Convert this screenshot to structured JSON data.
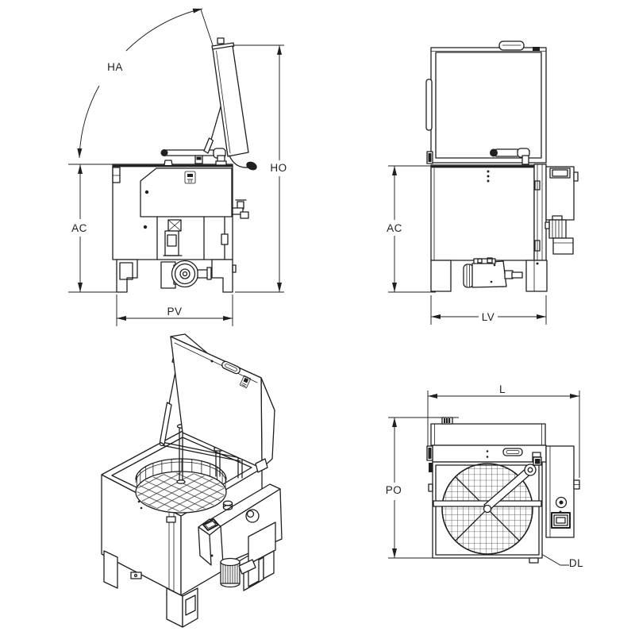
{
  "colors": {
    "line": "#1f1f1f",
    "background": "#ffffff"
  },
  "views": {
    "side": {
      "dims": {
        "ha": "HA",
        "ho": "HO",
        "ac": "AC",
        "pv": "PV"
      }
    },
    "front": {
      "dims": {
        "ac": "AC",
        "lv": "LV"
      }
    },
    "plan": {
      "dims": {
        "l": "L",
        "po": "PO",
        "dl": "DL"
      }
    }
  }
}
